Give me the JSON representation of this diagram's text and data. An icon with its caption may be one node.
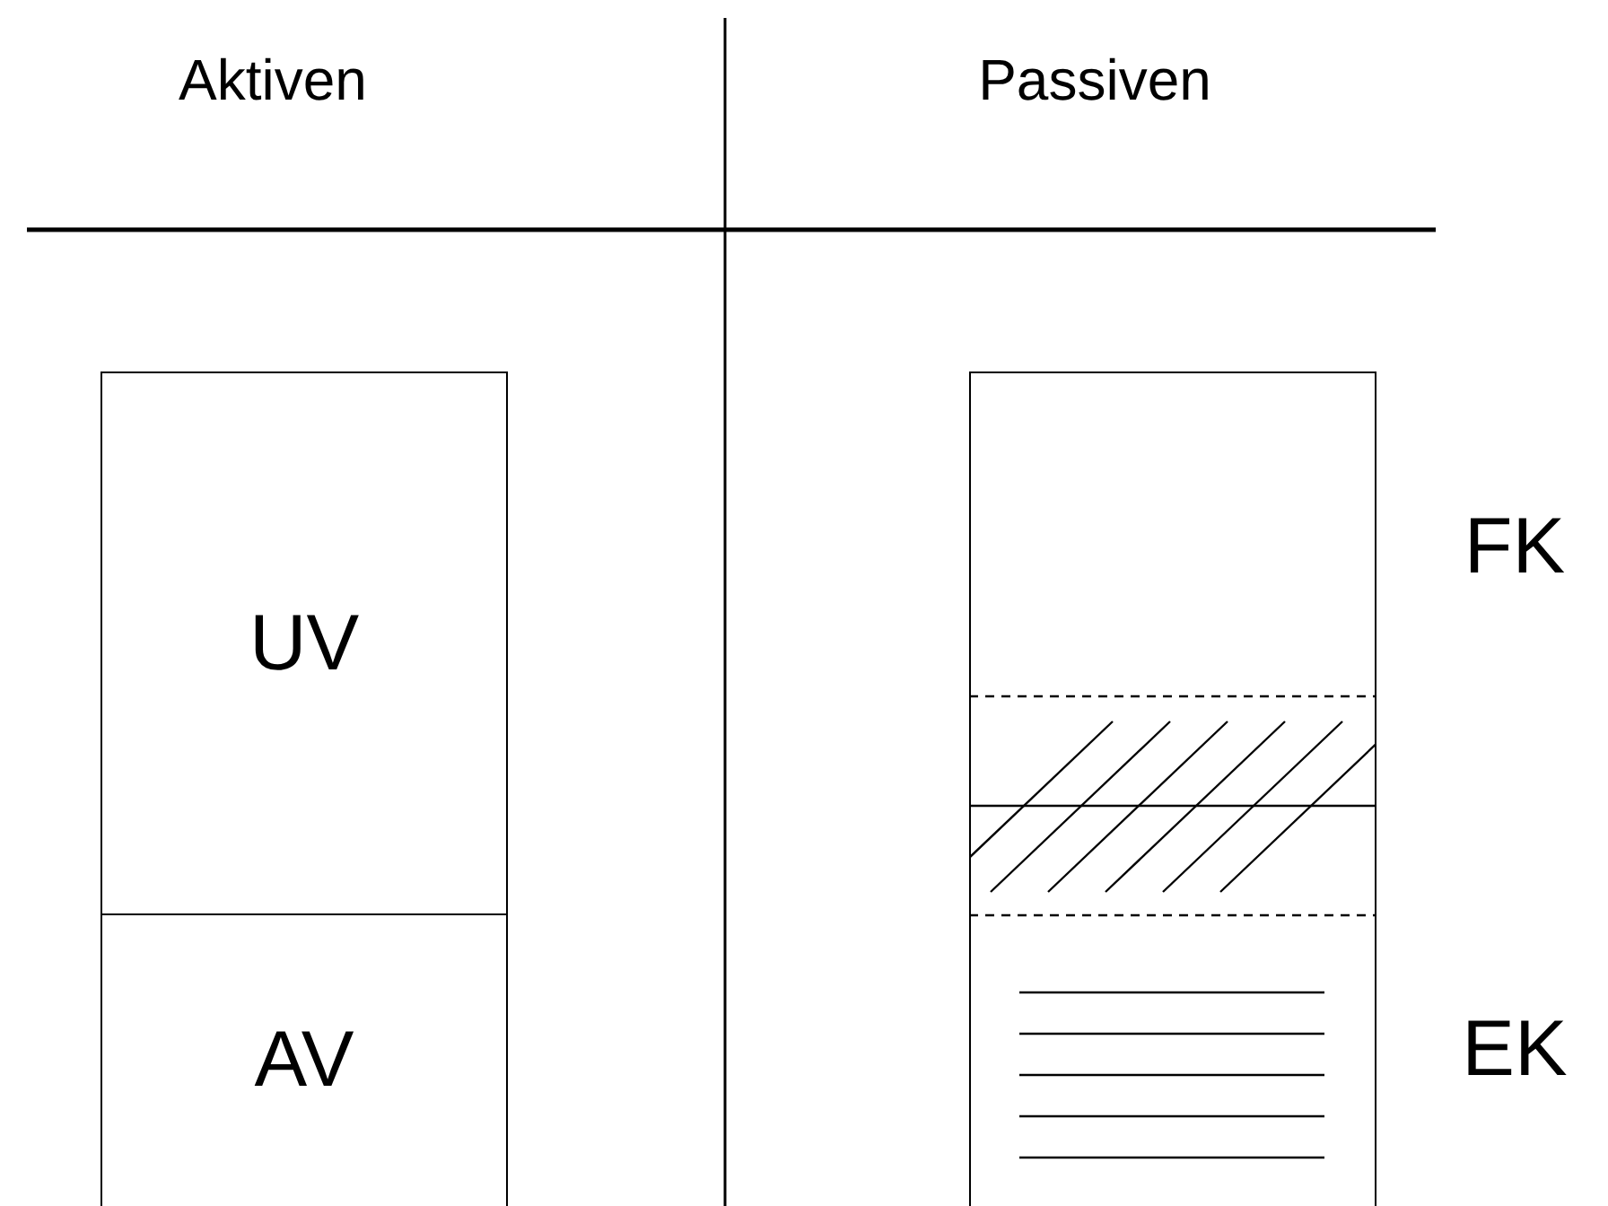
{
  "diagram": {
    "nodes": [
      {
        "text": [
          "UV"
        ]
      },
      {
        "text": [
          "AV"
        ]
      },
      {
        "text": [],
        "shape": "box"
      }
    ],
    "edges": [],
    "labels": [
      "Aktiven",
      "Passiven",
      "FK",
      "EK"
    ]
  }
}
